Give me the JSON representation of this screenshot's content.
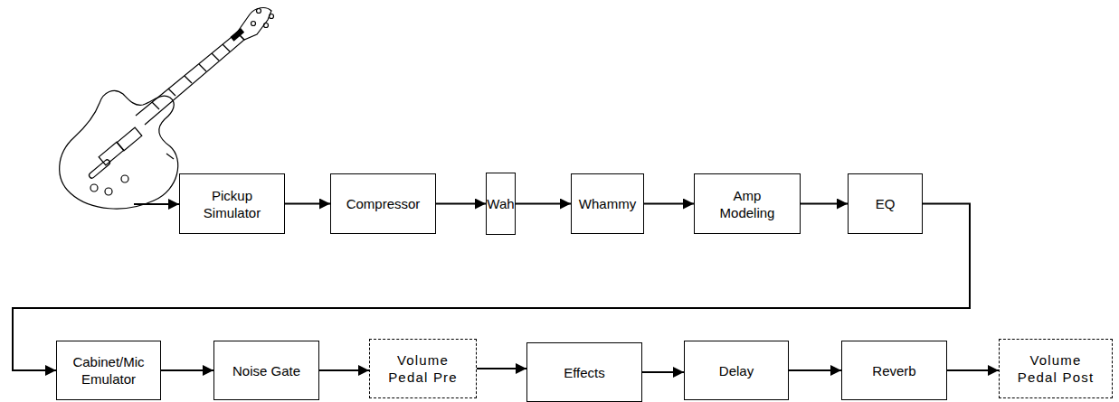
{
  "diagram": {
    "nodes": [
      {
        "text": [
          "Pickup Simulator"
        ]
      },
      {
        "text": [
          "Compressor"
        ]
      },
      {
        "text": [
          "Wah"
        ]
      },
      {
        "text": [
          "Whammy"
        ]
      },
      {
        "text": [
          "Amp Modeling"
        ]
      },
      {
        "text": [
          "EQ"
        ]
      },
      {
        "text": [
          "Cabinet/Mic Emulator"
        ]
      },
      {
        "text": [
          "Noise Gate"
        ]
      },
      {
        "text": [
          "Volume Pedal Pre"
        ]
      },
      {
        "text": [
          "Effects"
        ]
      },
      {
        "text": [
          "Delay"
        ]
      },
      {
        "text": [
          "Reverb"
        ]
      },
      {
        "text": [
          "Volume Pedal Post"
        ]
      }
    ],
    "edges": [
      {
        "from": 0,
        "to": 1,
        "arrow": "to"
      },
      {
        "from": 1,
        "to": 2,
        "arrow": "to"
      },
      {
        "from": 2,
        "to": 3,
        "arrow": "to"
      },
      {
        "from": 3,
        "to": 4,
        "arrow": "to"
      },
      {
        "from": 4,
        "to": 5,
        "arrow": "to"
      },
      {
        "from": 5,
        "to": 6,
        "arrow": "to"
      },
      {
        "from": 6,
        "to": 7,
        "arrow": "to"
      },
      {
        "from": 7,
        "to": 8,
        "arrow": "to"
      },
      {
        "from": 8,
        "to": 9,
        "arrow": "to"
      },
      {
        "from": 9,
        "to": 10,
        "arrow": "to"
      },
      {
        "from": 10,
        "to": 11,
        "arrow": "to"
      },
      {
        "from": 11,
        "to": 12,
        "arrow": "to"
      }
    ]
  }
}
